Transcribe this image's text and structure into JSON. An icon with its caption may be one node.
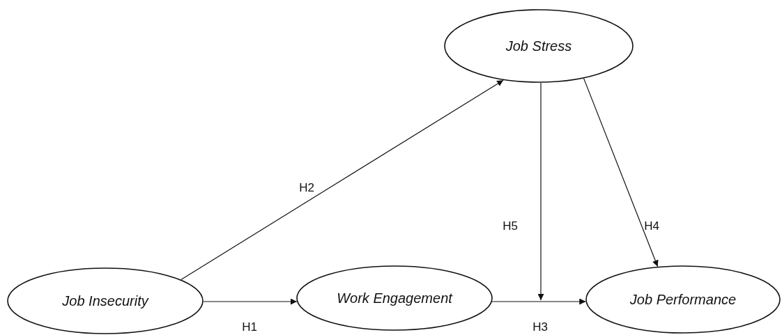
{
  "diagram": {
    "nodes": [
      {
        "text": [
          "Job Stress"
        ]
      },
      {
        "text": [
          "Job Insecurity"
        ]
      },
      {
        "text": [
          "Work Engagement"
        ]
      },
      {
        "text": [
          "Job Performance"
        ]
      }
    ],
    "edges": [
      {
        "from": 1,
        "to": 2,
        "arrow": "to",
        "label": "H1"
      },
      {
        "from": 1,
        "to": 0,
        "arrow": "to",
        "label": "H2"
      },
      {
        "from": 2,
        "to": 3,
        "arrow": "to",
        "label": "H3"
      },
      {
        "from": 0,
        "to": 3,
        "arrow": "to",
        "label": "H4"
      },
      {
        "from": 0,
        "to": null,
        "arrow": "to",
        "label": "H5"
      }
    ]
  }
}
